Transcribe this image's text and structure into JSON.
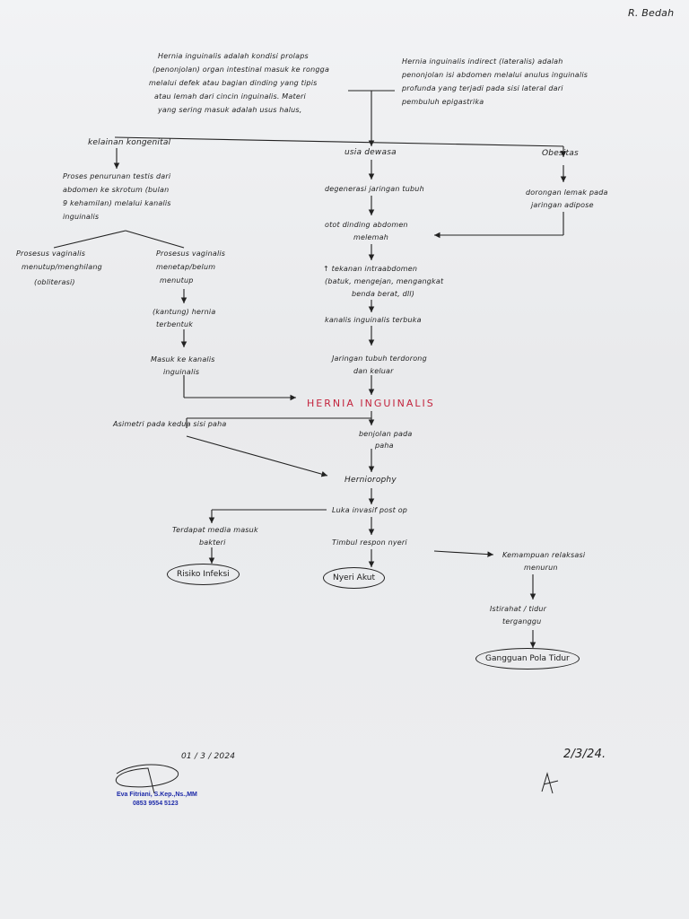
{
  "header": {
    "department": "R. Bedah"
  },
  "definitions": {
    "left": [
      "Hernia inguinalis adalah kondisi prolaps",
      "(penonjolan) organ intestinal masuk ke rongga",
      "melalui defek atau bagian dinding yang tipis",
      "atau lemah dari cincin inguinalis. Materi",
      "yang sering masuk adalah usus halus,"
    ],
    "right": [
      "Hernia inguinalis indirect (lateralis) adalah",
      "penonjolan isi abdomen melalui anulus inguinalis",
      "profunda yang terjadi pada sisi lateral dari",
      "pembuluh epigastrika"
    ]
  },
  "causes": {
    "congenital": "kelainan kongenital",
    "age": "usia dewasa",
    "obesity": "Obesitas"
  },
  "congenital_path": {
    "process": [
      "Proses penurunan testis dari",
      "abdomen ke skrotum (bulan",
      "9 kehamilan) melalui kanalis",
      "inguinalis"
    ],
    "closed": [
      "Prosesus vaginalis",
      "menutup/menghilang",
      "(obliterasi)"
    ],
    "open": [
      "Prosesus vaginalis",
      "menetap/belum",
      "menutup"
    ],
    "sac": [
      "(kantung) hernia",
      "terbentuk"
    ],
    "enter": [
      "Masuk ke kanalis",
      "inguinalis"
    ]
  },
  "age_path": {
    "degeneration": "degenerasi jaringan tubuh",
    "muscle": [
      "otot dinding abdomen",
      "melemah"
    ],
    "pressure": [
      "↑ tekanan intraabdomen",
      "(batuk, mengejan, mengangkat",
      "benda berat, dll)"
    ],
    "canal": "kanalis inguinalis terbuka",
    "tissue": [
      "Jaringan tubuh terdorong",
      "dan keluar"
    ]
  },
  "obesity_path": {
    "fat": [
      "dorongan lemak pada",
      "jaringan adipose"
    ]
  },
  "center_label": "HERNIA INGUINALIS",
  "after": {
    "asym": "Asimetri pada kedua sisi paha",
    "bulge": [
      "benjolan pada",
      "paha"
    ],
    "procedure": "Herniorophy",
    "wound": "Luka invasif post op",
    "media": [
      "Terdapat media masuk",
      "bakteri"
    ],
    "pain_resp": "Timbul respon nyeri",
    "relax": [
      "Kemampuan relaksasi",
      "menurun"
    ],
    "rest": [
      "Istirahat / tidur",
      "terganggu"
    ]
  },
  "diagnoses": {
    "infection": "Risiko Infeksi",
    "pain": "Nyeri Akut",
    "sleep": "Gangguan Pola Tidur"
  },
  "signature": {
    "date_left": "01 / 3 / 2024",
    "name": "Eva Fitriani, S.Kep.,Ns.,MM",
    "phone": "0853 9554 5123",
    "date_right": "2/3/24."
  }
}
